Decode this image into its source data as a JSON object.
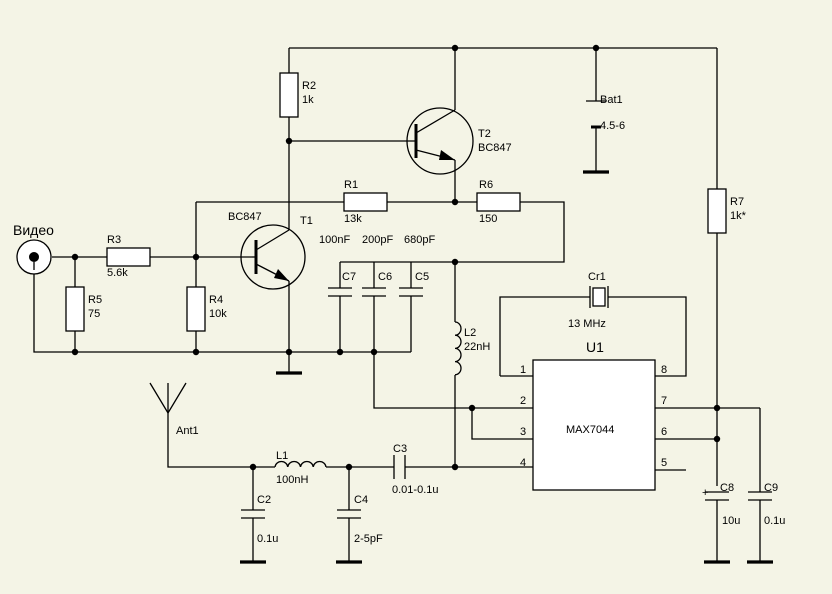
{
  "input": {
    "label": "Видео"
  },
  "components": {
    "R1": {
      "ref": "R1",
      "value": "13k"
    },
    "R2": {
      "ref": "R2",
      "value": "1k"
    },
    "R3": {
      "ref": "R3",
      "value": "5.6k"
    },
    "R4": {
      "ref": "R4",
      "value": "10k"
    },
    "R5": {
      "ref": "R5",
      "value": "75"
    },
    "R6": {
      "ref": "R6",
      "value": "150"
    },
    "R7": {
      "ref": "R7",
      "value": "1k*"
    },
    "T1": {
      "ref": "T1",
      "type": "BC847"
    },
    "T2": {
      "ref": "T2",
      "type": "BC847"
    },
    "Bat1": {
      "ref": "Bat1",
      "value": "4.5-6"
    },
    "C2": {
      "ref": "C2",
      "value": "0.1u"
    },
    "C3": {
      "ref": "C3",
      "value": "0.01-0.1u"
    },
    "C4": {
      "ref": "C4",
      "value": "2-5pF"
    },
    "C5": {
      "ref": "C5",
      "value": "680pF"
    },
    "C6": {
      "ref": "C6",
      "value": "200pF"
    },
    "C7": {
      "ref": "C7",
      "value": "100nF"
    },
    "C8": {
      "ref": "C8",
      "value": "10u",
      "polarity": "+"
    },
    "C9": {
      "ref": "C9",
      "value": "0.1u"
    },
    "L1": {
      "ref": "L1",
      "value": "100nH"
    },
    "L2": {
      "ref": "L2",
      "value": "22nH"
    },
    "Cr1": {
      "ref": "Cr1",
      "value": "13 MHz"
    },
    "Ant1": {
      "ref": "Ant1"
    },
    "U1": {
      "ref": "U1",
      "part": "MAX7044",
      "pins": [
        "1",
        "2",
        "3",
        "4",
        "5",
        "6",
        "7",
        "8"
      ]
    }
  },
  "colors": {
    "background": "#f4f4e6",
    "wire": "#000000"
  }
}
